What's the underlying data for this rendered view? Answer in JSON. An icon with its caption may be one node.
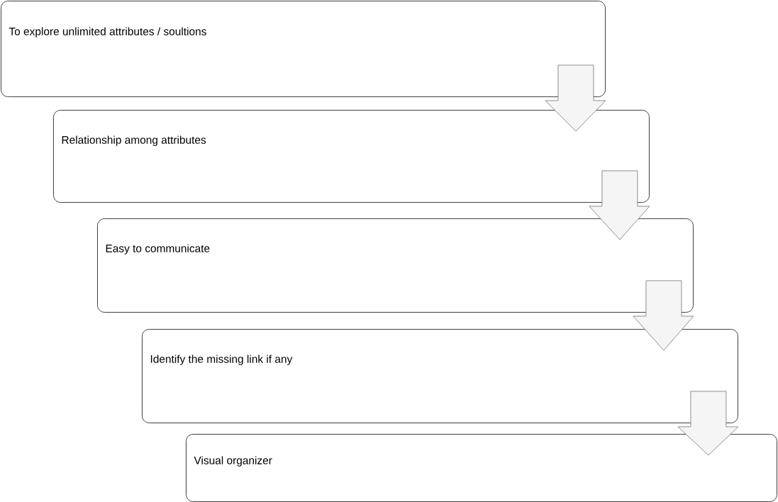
{
  "diagram": {
    "nodes": [
      {
        "text": [
          "To explore unlimited attributes / soultions"
        ]
      },
      {
        "text": [
          "Relationship among attributes"
        ]
      },
      {
        "text": [
          "Easy to communicate"
        ]
      },
      {
        "text": [
          "Identify the missing link if any"
        ]
      },
      {
        "text": [
          "Visual organizer"
        ]
      }
    ],
    "edges": [
      {
        "from": 0,
        "to": 1,
        "arrow": "to"
      },
      {
        "from": 1,
        "to": 2,
        "arrow": "to"
      },
      {
        "from": 2,
        "to": 3,
        "arrow": "to"
      },
      {
        "from": 3,
        "to": 4,
        "arrow": "to"
      }
    ]
  }
}
